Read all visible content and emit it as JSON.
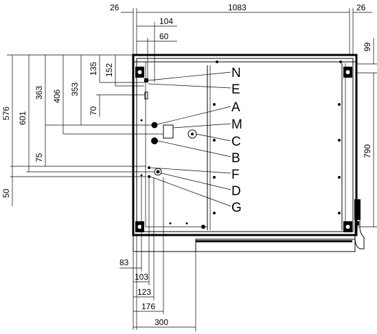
{
  "dimensions": {
    "top": [
      "26",
      "1083",
      "26",
      "104",
      "60"
    ],
    "left_vertical": [
      "576",
      "601",
      "363",
      "406",
      "353",
      "135",
      "152",
      "70",
      "75",
      "50"
    ],
    "right_vertical": [
      "99",
      "790"
    ],
    "bottom": [
      "83",
      "103",
      "123",
      "176",
      "300"
    ]
  },
  "callouts": [
    "N",
    "E",
    "A",
    "M",
    "C",
    "B",
    "F",
    "D",
    "G"
  ]
}
